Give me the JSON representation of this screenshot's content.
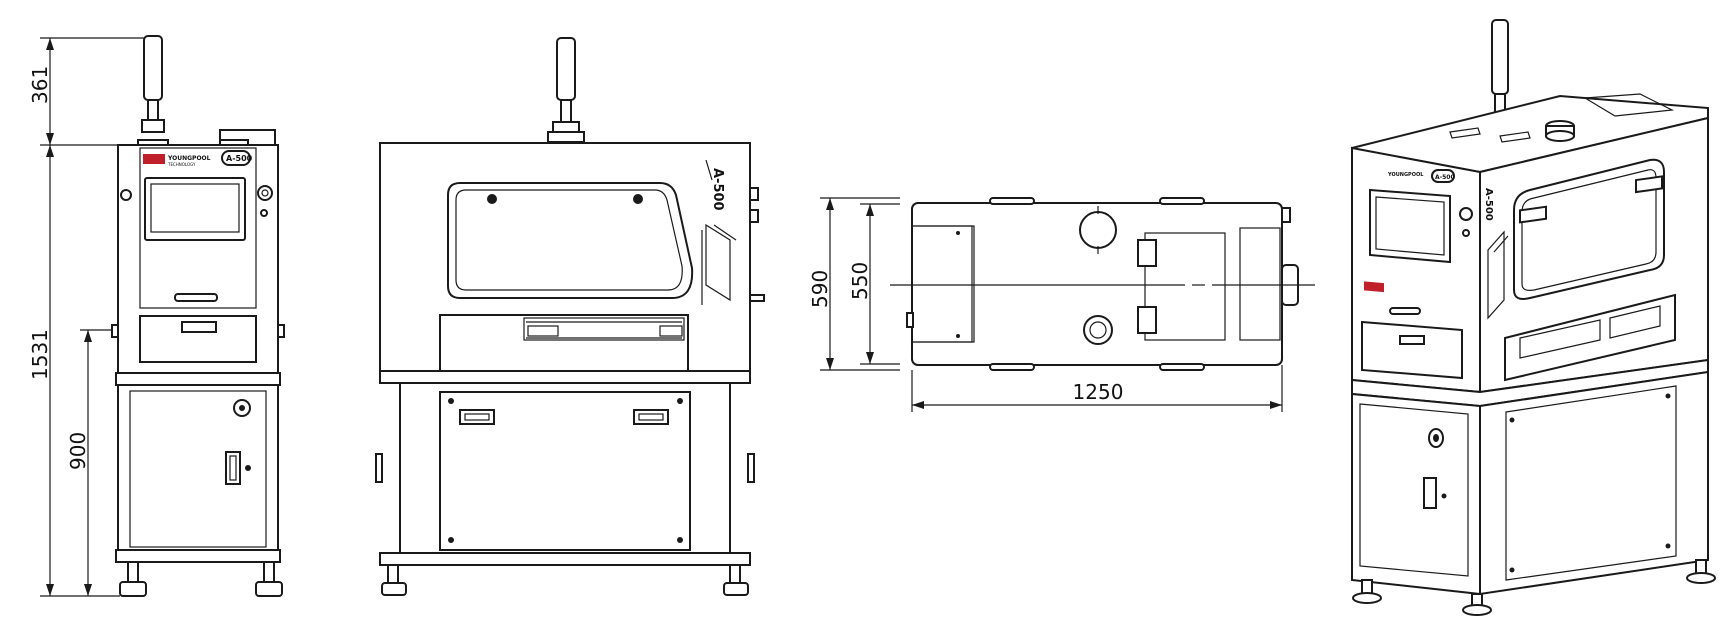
{
  "dimensions": {
    "height_top": "361",
    "height_total": "1531",
    "height_base": "900",
    "depth_outer": "590",
    "depth_inner": "550",
    "width": "1250"
  },
  "labels": {
    "model_side": "A-500",
    "model_front": "A-500",
    "model_iso_panel": "A-500",
    "model_iso_side": "A-500",
    "brand": "YOUNGPOOL",
    "brand_sub": "TECHNOLOGY"
  }
}
